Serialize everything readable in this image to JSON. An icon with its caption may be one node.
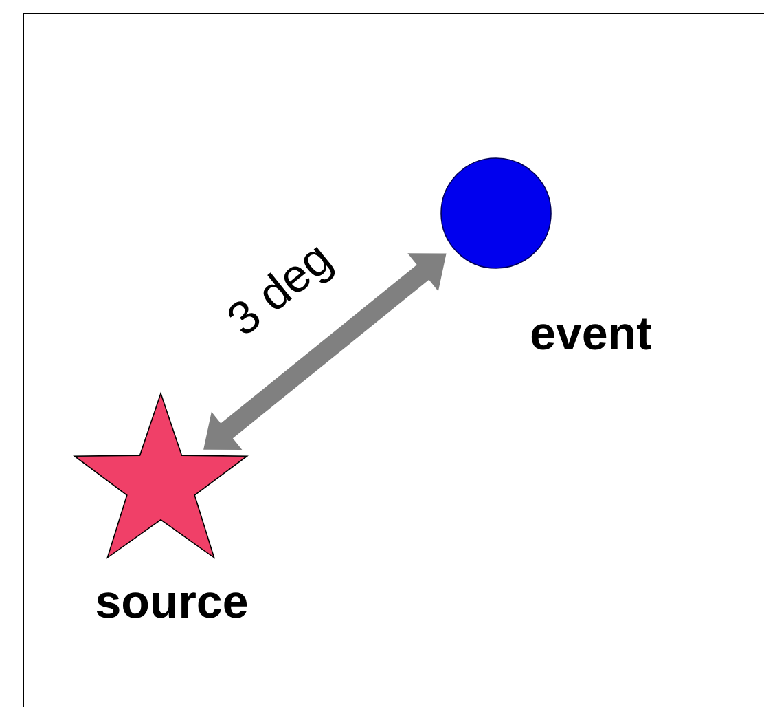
{
  "diagram": {
    "nodes": [
      {
        "text": [],
        "shape": "star",
        "beside": [
          "source"
        ]
      },
      {
        "text": [],
        "shape": "circle",
        "beside": [
          "event"
        ]
      }
    ],
    "edges": [
      {
        "from": 0,
        "to": 1,
        "arrow": "both",
        "label": "3 deg"
      }
    ]
  }
}
